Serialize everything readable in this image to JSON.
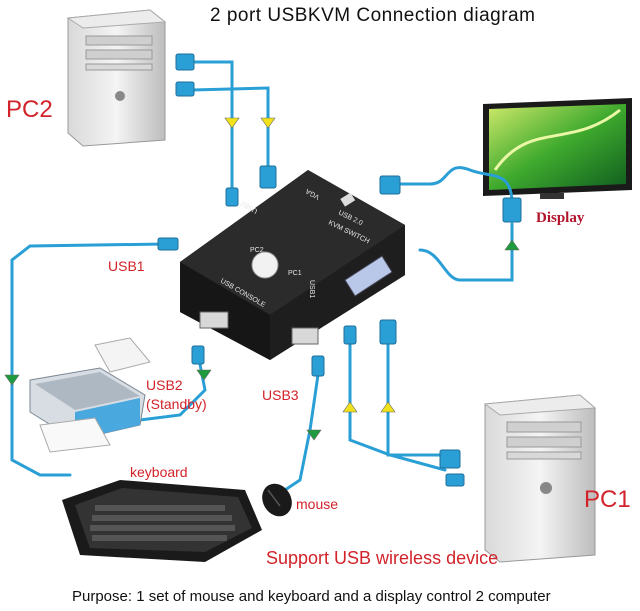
{
  "title": "2 port USBKVM Connection diagram",
  "labels": {
    "pc2": "PC2",
    "pc1": "PC1",
    "display": "Display",
    "usb1": "USB1",
    "usb2": "USB2",
    "standby": "(Standby)",
    "usb3": "USB3",
    "keyboard": "keyboard",
    "mouse": "mouse",
    "support": "Support USB wireless device",
    "purpose": "Purpose: 1 set of mouse and keyboard and a display control 2 computer"
  },
  "switch_markings": {
    "line1": "USB 2.0",
    "line2": "KVM SWITCH",
    "pc1": "PC1",
    "pc2": "PC2",
    "usb_console": "USB CONSOLE",
    "usb1_port": "USB1",
    "usb2_port": "USB2",
    "vga": "VGA"
  },
  "colors": {
    "cable": "#2a9fd6",
    "label_red": "#d2232a",
    "arrow_yellow": "#f2e21b",
    "arrow_green": "#1e9b3c"
  }
}
